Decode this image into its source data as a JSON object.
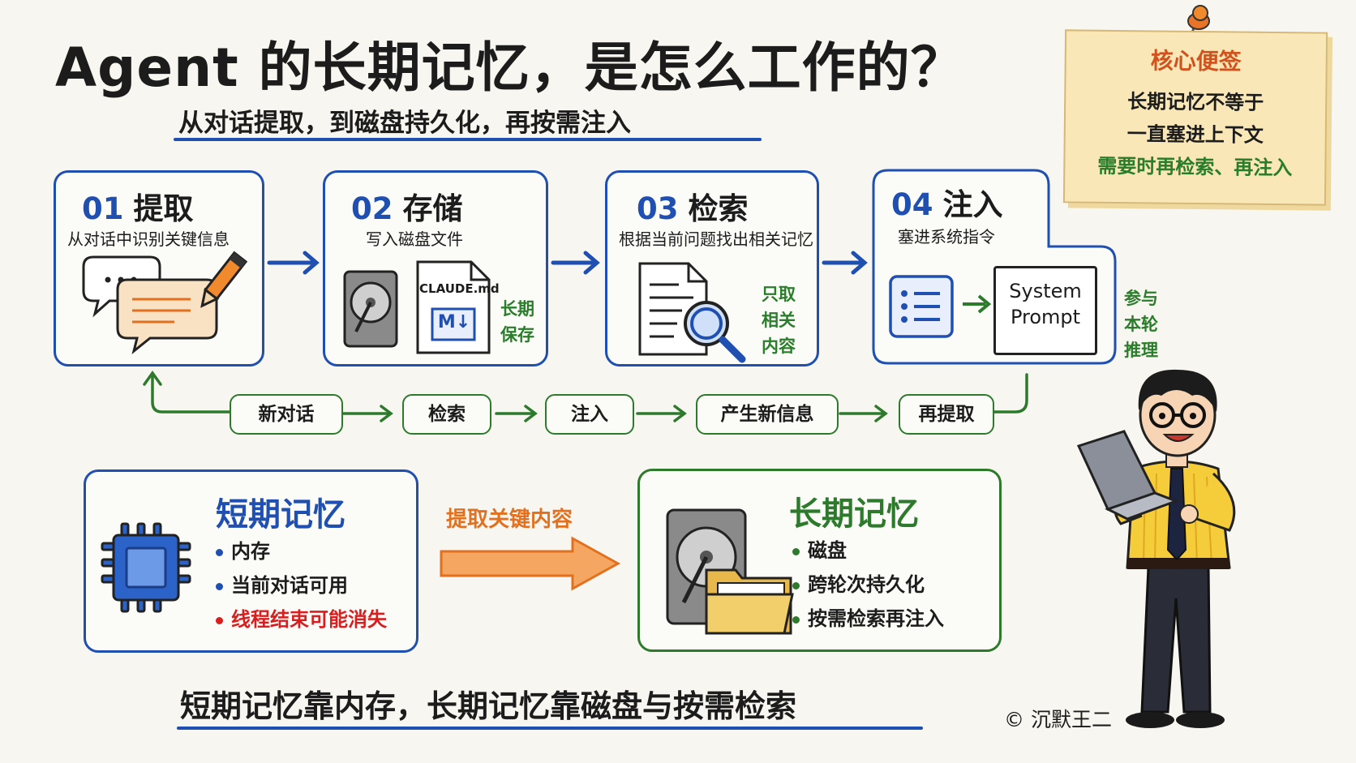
{
  "title": "Agent 的长期记忆，是怎么工作的？",
  "subtitle": "从对话提取，到磁盘持久化，再按需注入",
  "note": {
    "title": "核心便签",
    "line1": "长期记忆不等于",
    "line2": "一直塞进上下文",
    "line3": "需要时再检索、再注入"
  },
  "steps": [
    {
      "num": "01",
      "name": "提取",
      "desc": "从对话中识别关键信息"
    },
    {
      "num": "02",
      "name": "存储",
      "desc": "写入磁盘文件",
      "file_label": "CLAUDE.md",
      "md_label": "M↓",
      "side": [
        "长期",
        "保存"
      ]
    },
    {
      "num": "03",
      "name": "检索",
      "desc": "根据当前问题找出相关记忆",
      "side": [
        "只取",
        "相关",
        "内容"
      ]
    },
    {
      "num": "04",
      "name": "注入",
      "desc": "塞进系统指令",
      "prompt_line1": "System",
      "prompt_line2": "Prompt"
    }
  ],
  "outside_note": [
    "参与",
    "本轮",
    "推理"
  ],
  "loop": [
    "新对话",
    "检索",
    "注入",
    "产生新信息",
    "再提取"
  ],
  "short_memory": {
    "title": "短期记忆",
    "items": [
      "内存",
      "当前对话可用",
      "线程结束可能消失"
    ]
  },
  "transfer_label": "提取关键内容",
  "long_memory": {
    "title": "长期记忆",
    "items": [
      "磁盘",
      "跨轮次持久化",
      "按需检索再注入"
    ]
  },
  "bottom_text": "短期记忆靠内存，长期记忆靠磁盘与按需检索",
  "copyright": "© 沉默王二",
  "colors": {
    "blue": "#1f4fb0",
    "green": "#2d7a2d",
    "orange": "#f08a2c",
    "red": "#d81e1e",
    "note_bg": "#f9e7b8"
  },
  "icons": [
    "chat-bubbles-icon",
    "pencil-icon",
    "hard-drive-icon",
    "markdown-file-icon",
    "document-icon",
    "magnifier-icon",
    "list-icon",
    "system-prompt-icon",
    "chip-icon",
    "folder-icon",
    "pushpin-icon"
  ]
}
